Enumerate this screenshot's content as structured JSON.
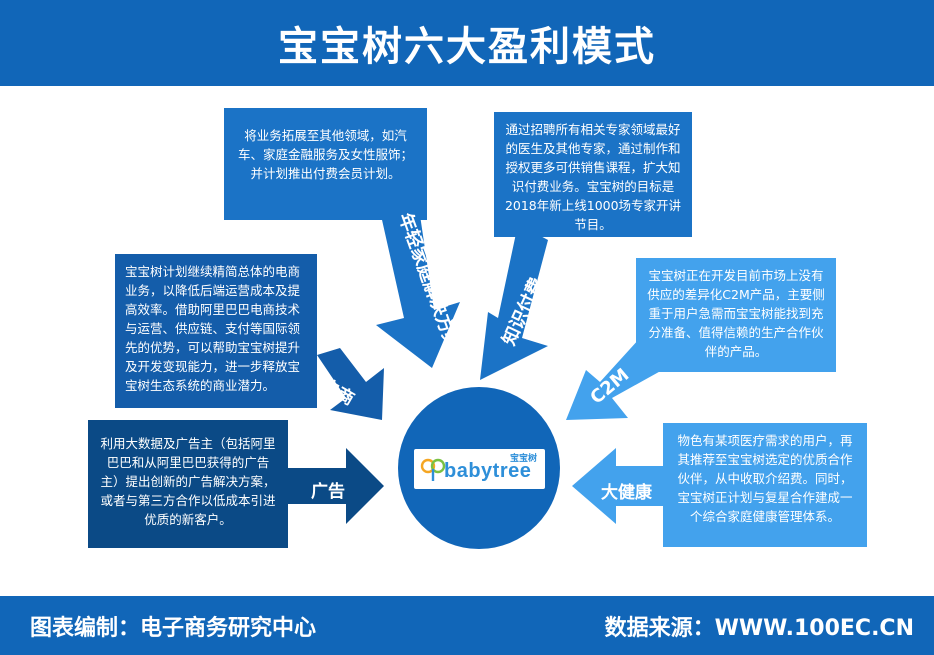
{
  "title": "宝宝树六大盈利模式",
  "footer": {
    "left": "图表编制：电子商务研究中心",
    "right": "数据来源：WWW.100EC.CN"
  },
  "hub": {
    "logo_text": "babytree",
    "logo_cn": "宝宝树"
  },
  "models": [
    {
      "label": "年轻家庭解决方案",
      "text": "将业务拓展至其他领域，如汽车、家庭金融服务及女性服饰；并计划推出付费会员计划。"
    },
    {
      "label": "知识付费",
      "text": "通过招聘所有相关专家领域最好的医生及其他专家，通过制作和授权更多可供销售课程，扩大知识付费业务。宝宝树的目标是2018年新上线1000场专家开讲节目。"
    },
    {
      "label": "电商",
      "text": "宝宝树计划继续精简总体的电商业务，以降低后端运营成本及提高效率。借助阿里巴巴电商技术与运营、供应链、支付等国际领先的优势，可以帮助宝宝树提升及开发变现能力，进一步释放宝宝树生态系统的商业潜力。"
    },
    {
      "label": "C2M",
      "text": "宝宝树正在开发目前市场上没有供应的差异化C2M产品，主要侧重于用户急需而宝宝树能找到充分准备、值得信赖的生产合作伙伴的产品。"
    },
    {
      "label": "广告",
      "text": "利用大数据及广告主（包括阿里巴巴和从阿里巴巴获得的广告主）提出创新的广告解决方案，或者与第三方合作以低成本引进优质的新客户。"
    },
    {
      "label": "大健康",
      "text": "物色有某项医疗需求的用户，再其推荐至宝宝树选定的优质合作伙伴，从中收取介绍费。同时，宝宝树正计划与复星合作建成一个综合家庭健康管理体系。"
    }
  ],
  "colors": {
    "primary": "#1166b8",
    "medium": "#1b73c6",
    "dark": "#0b4a86",
    "light": "#43a2ed"
  }
}
